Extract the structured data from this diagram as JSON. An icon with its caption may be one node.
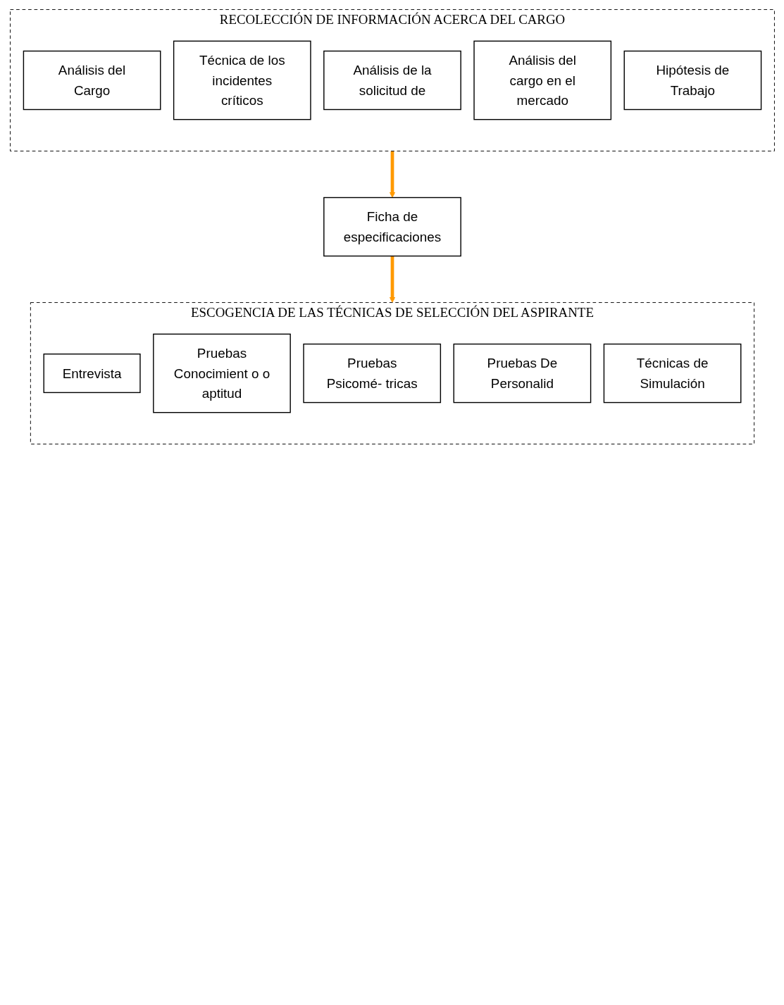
{
  "diagram": {
    "nodes": [
      {
        "text": [
          "RECOLECCIÓN DE INFORMACIÓN ACERCA DEL CARGO"
        ]
      },
      {
        "text": [
          "Análisis del Cargo"
        ],
        "in": 0
      },
      {
        "text": [
          "Técnica de los incidentes críticos"
        ],
        "in": 0
      },
      {
        "text": [
          "Análisis de la solicitud de"
        ],
        "in": 0
      },
      {
        "text": [
          "Análisis del cargo en el mercado"
        ],
        "in": 0
      },
      {
        "text": [
          "Hipótesis de Trabajo"
        ],
        "in": 0
      },
      {
        "text": [
          "Ficha de especificaciones"
        ]
      },
      {
        "text": [
          "ESCOGENCIA DE LAS TÉCNICAS DE SELECCIÓN DEL ASPIRANTE"
        ]
      },
      {
        "text": [
          "Entrevista"
        ],
        "in": 7
      },
      {
        "text": [
          "Pruebas Conocimient o o aptitud"
        ],
        "in": 7
      },
      {
        "text": [
          "Pruebas Psicomé- tricas"
        ],
        "in": 7
      },
      {
        "text": [
          "Pruebas De Personalid"
        ],
        "in": 7
      },
      {
        "text": [
          "Técnicas de Simulación"
        ],
        "in": 7
      }
    ],
    "edges": [
      {
        "from": 0,
        "to": 6,
        "arrow": "to",
        "color": "#ff9900"
      },
      {
        "from": 6,
        "to": 7,
        "arrow": "to",
        "color": "#ff9900"
      }
    ]
  }
}
